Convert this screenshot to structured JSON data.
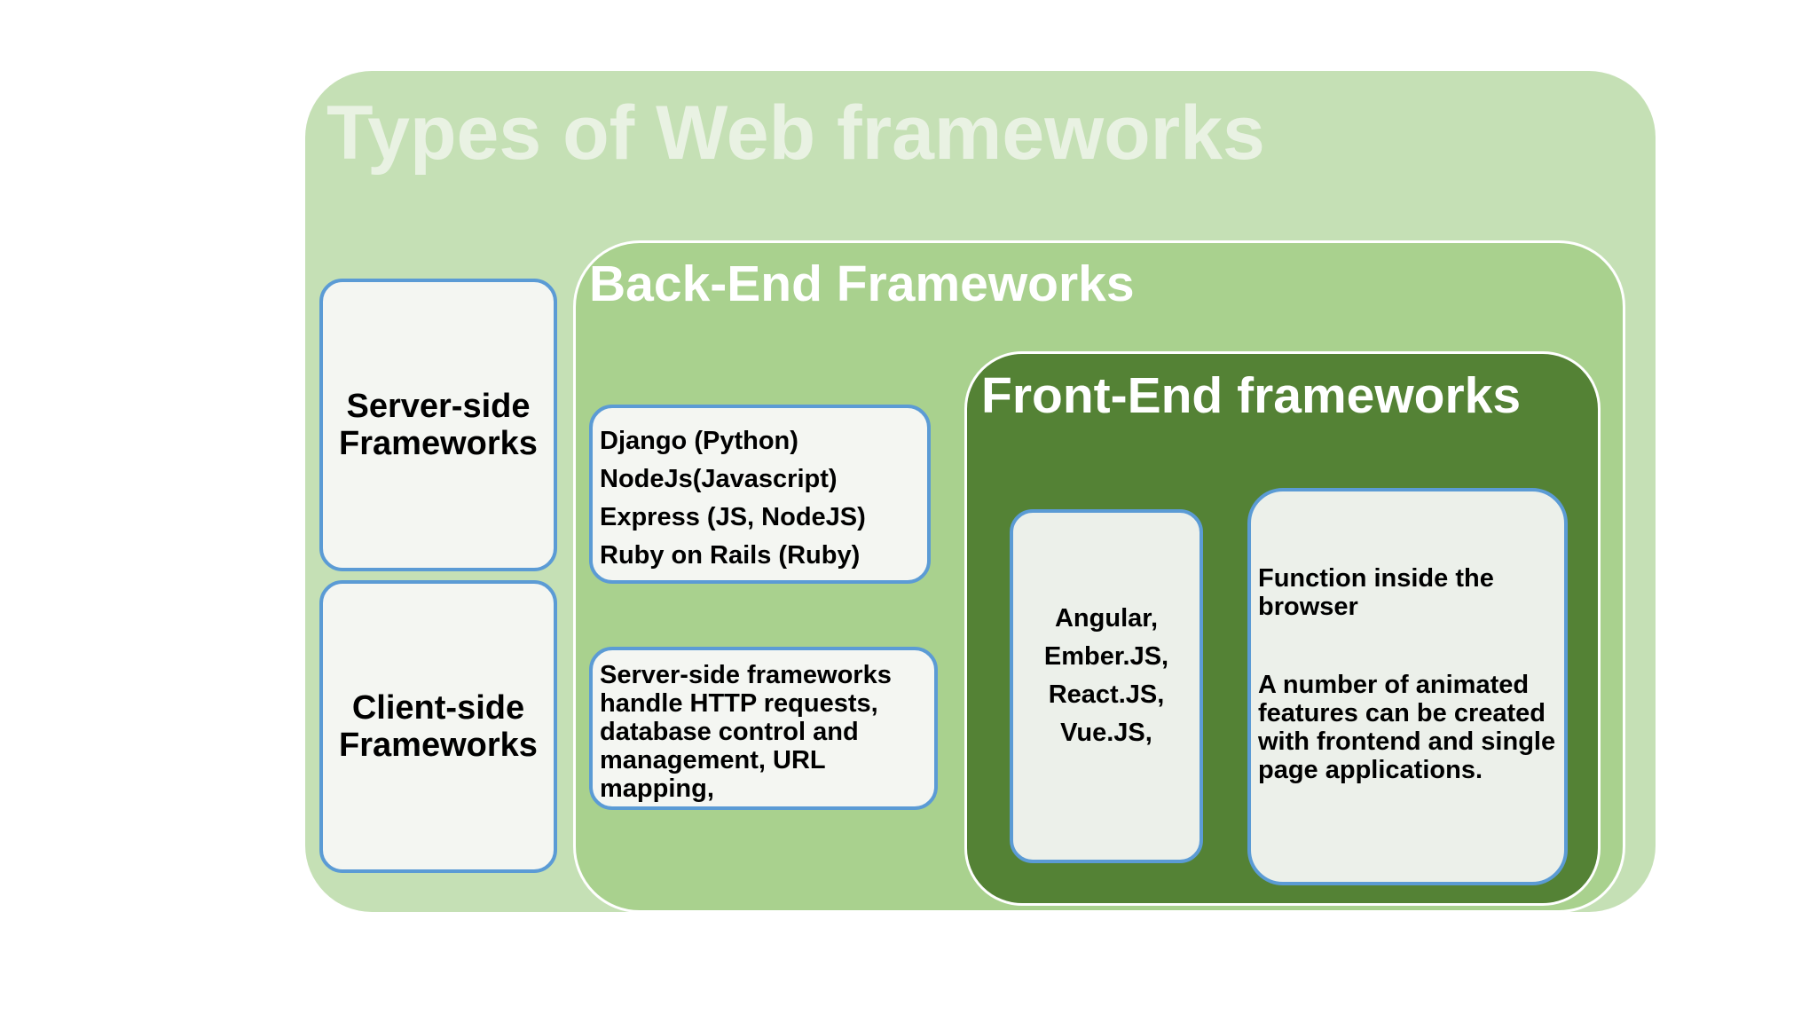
{
  "title": "Types of Web frameworks",
  "left_boxes": [
    {
      "line1": "Server-side",
      "line2": "Frameworks"
    },
    {
      "line1": "Client-side",
      "line2": "Frameworks"
    }
  ],
  "backend": {
    "title": "Back-End Frameworks",
    "items": [
      "Django (Python)",
      "NodeJs(Javascript)",
      "Express (JS, NodeJS)",
      "Ruby on Rails (Ruby)"
    ],
    "description": "Server-side frameworks handle HTTP requests, database control and management, URL mapping,"
  },
  "frontend": {
    "title": "Front-End frameworks",
    "items": [
      "Angular,",
      "Ember.JS,",
      "React.JS,",
      "Vue.JS,"
    ],
    "description_1": "Function inside the browser",
    "description_2": "A number of animated features can be created with frontend and single page applications."
  },
  "colors": {
    "outer_bg": "#c5e0b5",
    "backend_bg": "#a9d18e",
    "frontend_bg": "#548235",
    "box_border": "#5b9bd5",
    "box_fill": "#f4f6f2"
  }
}
